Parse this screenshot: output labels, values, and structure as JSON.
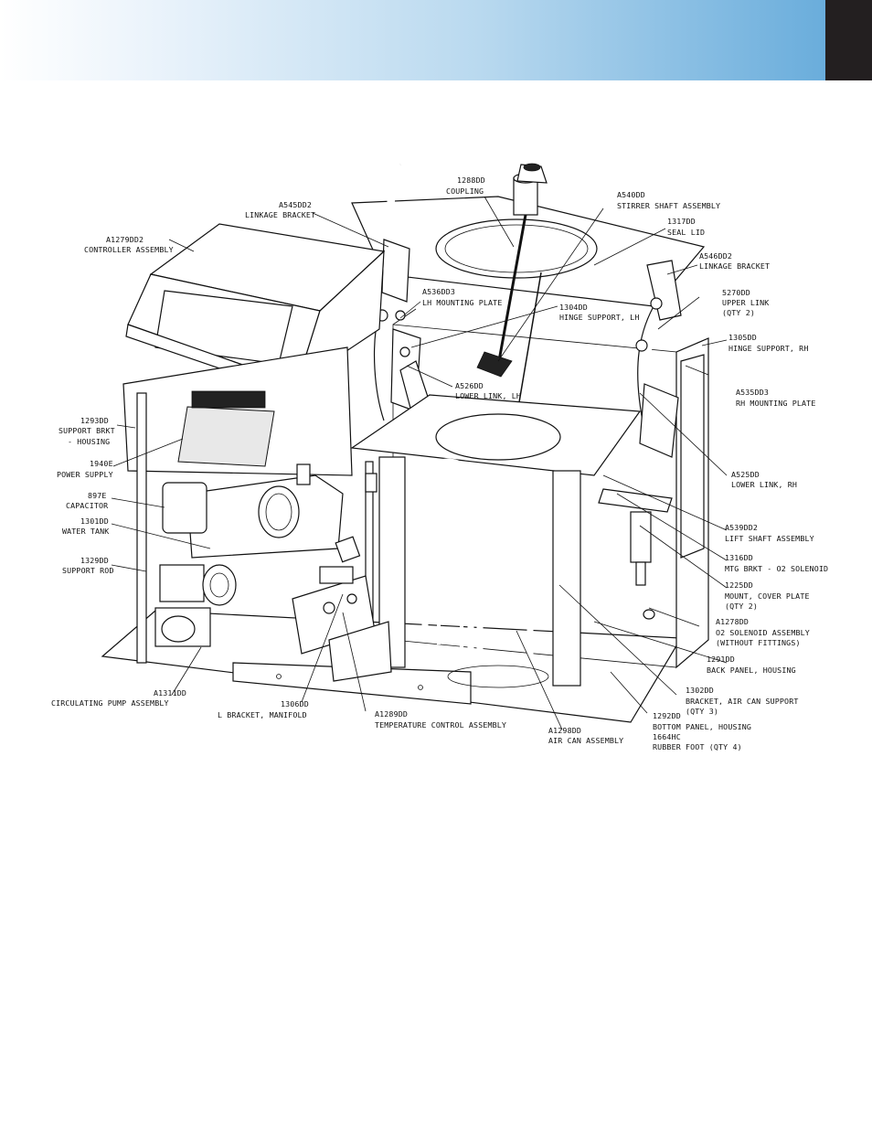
{
  "labels": {
    "coupling": [
      "1288DD",
      "COUPLING"
    ],
    "stirrer": [
      "A540DD",
      "STIRRER SHAFT ASSEMBLY"
    ],
    "linkage_left": [
      "A545DD2",
      "LINKAGE BRACKET"
    ],
    "seal_lid": [
      "1317DD",
      "SEAL LID"
    ],
    "controller": [
      "A1279DD2",
      "CONTROLLER ASSEMBLY"
    ],
    "linkage_right": [
      "A546DD2",
      "LINKAGE BRACKET"
    ],
    "upper_link": [
      "5270DD",
      "UPPER LINK",
      "(QTY 2)"
    ],
    "lh_mount": [
      "A536DD3",
      "LH MOUNTING PLATE"
    ],
    "hinge_lh": [
      "1304DD",
      "HINGE SUPPORT, LH"
    ],
    "hinge_rh": [
      "1305DD",
      "HINGE SUPPORT, RH"
    ],
    "rh_mount": [
      "A535DD3",
      "RH MOUNTING PLATE"
    ],
    "lower_lh": [
      "A526DD",
      "LOWER LINK, LH"
    ],
    "support_brkt": [
      "1293DD",
      "SUPPORT BRKT",
      "- HOUSING"
    ],
    "lower_rh": [
      "A525DD",
      "LOWER LINK, RH"
    ],
    "power_supply": [
      "1940E",
      "POWER SUPPLY"
    ],
    "capacitor": [
      "897E",
      "CAPACITOR"
    ],
    "lift_shaft": [
      "A539DD2",
      "LIFT SHAFT ASSEMBLY"
    ],
    "water_tank": [
      "1301DD",
      "WATER TANK"
    ],
    "mtg_brkt": [
      "1316DD",
      "MTG BRKT - O2 SOLENOID"
    ],
    "support_rod": [
      "1329DD",
      "SUPPORT ROD"
    ],
    "mount_cover": [
      "1225DD",
      "MOUNT, COVER PLATE",
      "(QTY 2)"
    ],
    "o2_solenoid": [
      "A1278DD",
      "O2 SOLENOID ASSEMBLY",
      "(WITHOUT FITTINGS)"
    ],
    "back_panel": [
      "1291DD",
      "BACK PANEL, HOUSING"
    ],
    "pump": [
      "A1311DD",
      "CIRCULATING PUMP ASSEMBLY"
    ],
    "bracket_air": [
      "1302DD",
      "BRACKET, AIR CAN SUPPORT",
      "(QTY 3)"
    ],
    "l_bracket": [
      "1306DD",
      "L BRACKET, MANIFOLD"
    ],
    "temp_ctrl": [
      "A1289DD",
      "TEMPERATURE CONTROL ASSEMBLY"
    ],
    "air_can": [
      "A1298DD",
      "AIR CAN ASSEMBLY"
    ],
    "bottom_panel": [
      "1292DD",
      "BOTTOM PANEL, HOUSING",
      "1664HC",
      "RUBBER FOOT (QTY 4)"
    ]
  }
}
